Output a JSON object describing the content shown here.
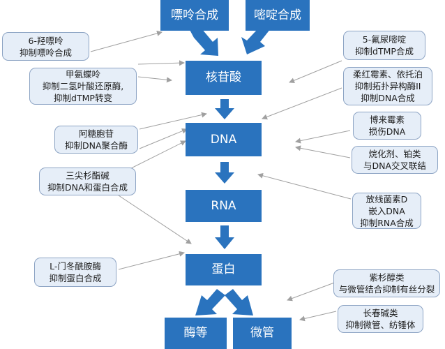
{
  "nodes": {
    "purine_synthesis": "嘌呤合成",
    "pyrimidine_synthesis": "嘧啶合成",
    "nucleotide": "核苷酸",
    "dna": "DNA",
    "rna": "RNA",
    "protein": "蛋白",
    "enzymes": "酶等",
    "microtubule": "微管"
  },
  "notes": {
    "mercaptopurine": [
      "6-羟嘌呤",
      "抑制嘌呤合成"
    ],
    "methotrexate": [
      "甲氨蝶呤",
      "抑制二氢叶酸还原酶,",
      "抑制dTMP转变"
    ],
    "cytarabine": [
      "阿糖胞苷",
      "抑制DNA聚合酶"
    ],
    "harringtonine": [
      "三尖杉酯碱",
      "抑制DNA和蛋白合成"
    ],
    "asparaginase": [
      "L-门冬酰胺酶",
      "抑制蛋白合成"
    ],
    "fluorouracil": [
      "5-氟尿嘧啶",
      "抑制dTMP合成"
    ],
    "topo_inhibitors": [
      "柔红霉素、依托泊",
      "抑制拓扑异构酶II",
      "抑制DNA合成"
    ],
    "bleomycin": [
      "博来霉素",
      "损伤DNA"
    ],
    "alkylating": [
      "烷化剂、铂类",
      "与DNA交叉联结"
    ],
    "actinomycin": [
      "放线菌素D",
      "嵌入DNA",
      "抑制RNA合成"
    ],
    "taxanes": [
      "紫杉醇类",
      "与微管结合抑制有丝分裂"
    ],
    "vinca": [
      "长春碱类",
      "抑制微管、纺锤体"
    ]
  },
  "colors": {
    "node_fill": "#2a73be",
    "node_text": "#ffffff",
    "note_fill": "#e6eef8",
    "note_border": "#8da4c4",
    "thin_arrow": "#a0a0a0"
  }
}
